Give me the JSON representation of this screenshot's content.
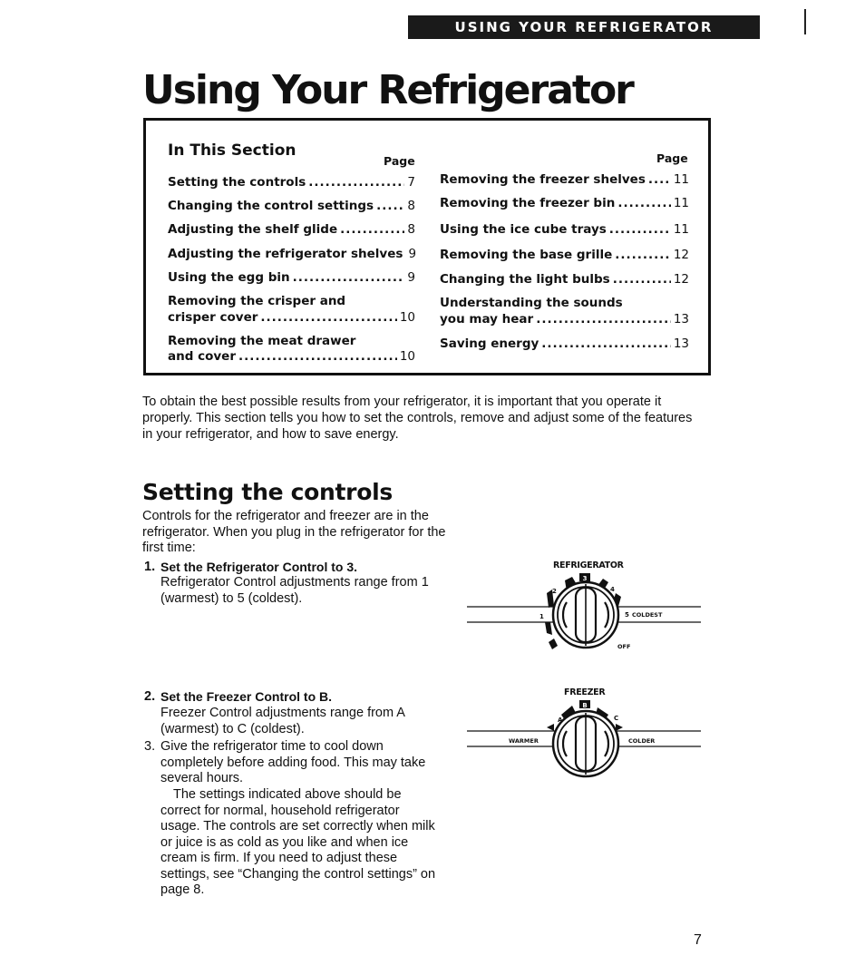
{
  "header": {
    "banner": "USING YOUR REFRIGERATOR",
    "title": "Using Your Refrigerator"
  },
  "toc": {
    "heading": "In This Section",
    "page_label_left": "Page",
    "page_label_right": "Page",
    "left": [
      {
        "label": "Setting the controls",
        "page": "7"
      },
      {
        "label": "Changing the control settings",
        "page": "8"
      },
      {
        "label": "Adjusting the shelf glide",
        "page": "8"
      },
      {
        "label": "Adjusting the refrigerator shelves",
        "page": "9"
      },
      {
        "label": "Using the egg bin",
        "page": "9"
      },
      {
        "line1": "Removing the crisper and",
        "label": "crisper cover",
        "page": "10"
      },
      {
        "line1": "Removing the meat drawer",
        "label": "and cover",
        "page": "10"
      }
    ],
    "right": [
      {
        "label": "Removing the freezer shelves",
        "page": "11"
      },
      {
        "label": "Removing the freezer bin",
        "page": "11"
      },
      {
        "label": "Using the ice cube trays",
        "page": "11"
      },
      {
        "label": "Removing the base grille",
        "page": "12"
      },
      {
        "label": "Changing the light bulbs",
        "page": "12"
      },
      {
        "line1": "Understanding the sounds",
        "label": "you may hear",
        "page": "13"
      },
      {
        "label": "Saving energy",
        "page": "13"
      }
    ]
  },
  "intro": "To obtain the best possible results from your refrigerator, it is important that you operate it properly. This section tells you how to set the controls, remove and adjust some of the features in your refrigerator, and how to save energy.",
  "setting": {
    "heading": "Setting the controls",
    "lead": "Controls for the refrigerator and freezer are in the refrigerator. When you plug in the refrigerator for the first time:",
    "step1": {
      "num": "1.",
      "title": "Set the Refrigerator Control to 3.",
      "text": "Refrigerator Control adjustments range from 1 (warmest) to 5 (coldest)."
    },
    "step2": {
      "num": "2.",
      "title": "Set the Freezer Control to B.",
      "text": "Freezer Control adjustments range from A (warmest) to C (coldest)."
    },
    "step3": {
      "num": "3.",
      "text": "Give the refrigerator time to cool down completely before adding food. This may take several hours.",
      "text2": "The settings indicated above should be correct for normal, household refrigerator usage. The controls are set correctly when milk or juice is as cold as you like and when ice cream is firm. If you need to adjust these settings, see “Changing the control settings” on page 8."
    }
  },
  "fridge_dial": {
    "caption": "REFRIGERATOR",
    "marks": {
      "one": "1",
      "two": "2",
      "three": "3",
      "four": "4",
      "five": "5",
      "coldest": "COLDEST",
      "off": "OFF"
    }
  },
  "freezer_dial": {
    "caption": "FREEZER",
    "marks": {
      "a": "A",
      "b": "B",
      "c": "C",
      "warmer": "WARMER",
      "colder": "COLDER"
    }
  },
  "page_number": "7"
}
